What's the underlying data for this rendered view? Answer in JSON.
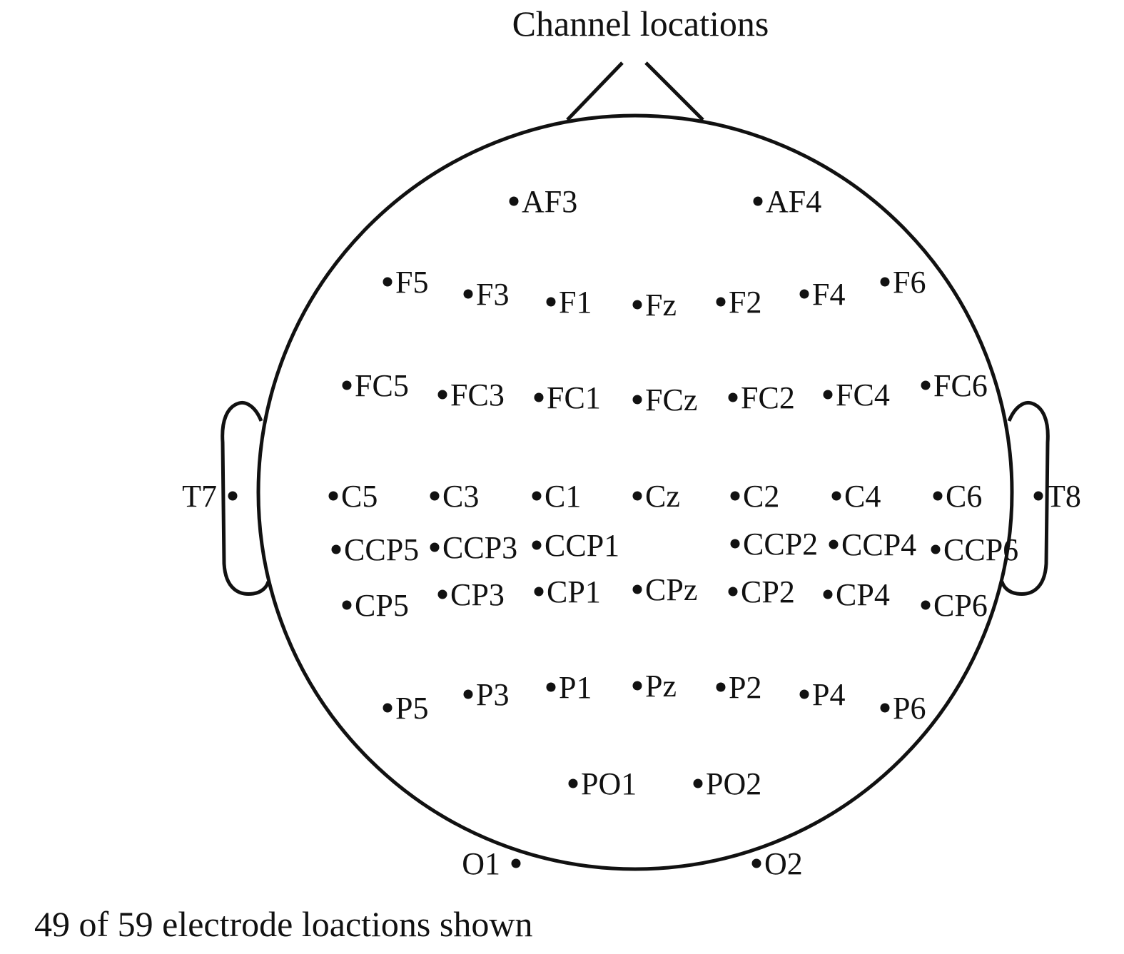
{
  "title": "Channel locations",
  "caption": "49 of 59 electrode loactions shown",
  "colors": {
    "ink": "#111111",
    "background": "#ffffff"
  },
  "electrodes": [
    {
      "label": "AF3"
    },
    {
      "label": "AF4"
    },
    {
      "label": "F5"
    },
    {
      "label": "F3"
    },
    {
      "label": "F1"
    },
    {
      "label": "Fz"
    },
    {
      "label": "F2"
    },
    {
      "label": "F4"
    },
    {
      "label": "F6"
    },
    {
      "label": "FC5"
    },
    {
      "label": "FC3"
    },
    {
      "label": "FC1"
    },
    {
      "label": "FCz"
    },
    {
      "label": "FC2"
    },
    {
      "label": "FC4"
    },
    {
      "label": "FC6"
    },
    {
      "label": "T7"
    },
    {
      "label": "C5"
    },
    {
      "label": "C3"
    },
    {
      "label": "C1"
    },
    {
      "label": "Cz"
    },
    {
      "label": "C2"
    },
    {
      "label": "C4"
    },
    {
      "label": "C6"
    },
    {
      "label": "T8"
    },
    {
      "label": "CCP5"
    },
    {
      "label": "CCP3"
    },
    {
      "label": "CCP1"
    },
    {
      "label": "CCP2"
    },
    {
      "label": "CCP4"
    },
    {
      "label": "CCP6"
    },
    {
      "label": "CP5"
    },
    {
      "label": "CP3"
    },
    {
      "label": "CP1"
    },
    {
      "label": "CPz"
    },
    {
      "label": "CP2"
    },
    {
      "label": "CP4"
    },
    {
      "label": "CP6"
    },
    {
      "label": "P5"
    },
    {
      "label": "P3"
    },
    {
      "label": "P1"
    },
    {
      "label": "Pz"
    },
    {
      "label": "P2"
    },
    {
      "label": "P4"
    },
    {
      "label": "P6"
    },
    {
      "label": "PO1"
    },
    {
      "label": "PO2"
    },
    {
      "label": "O1"
    },
    {
      "label": "O2"
    }
  ]
}
